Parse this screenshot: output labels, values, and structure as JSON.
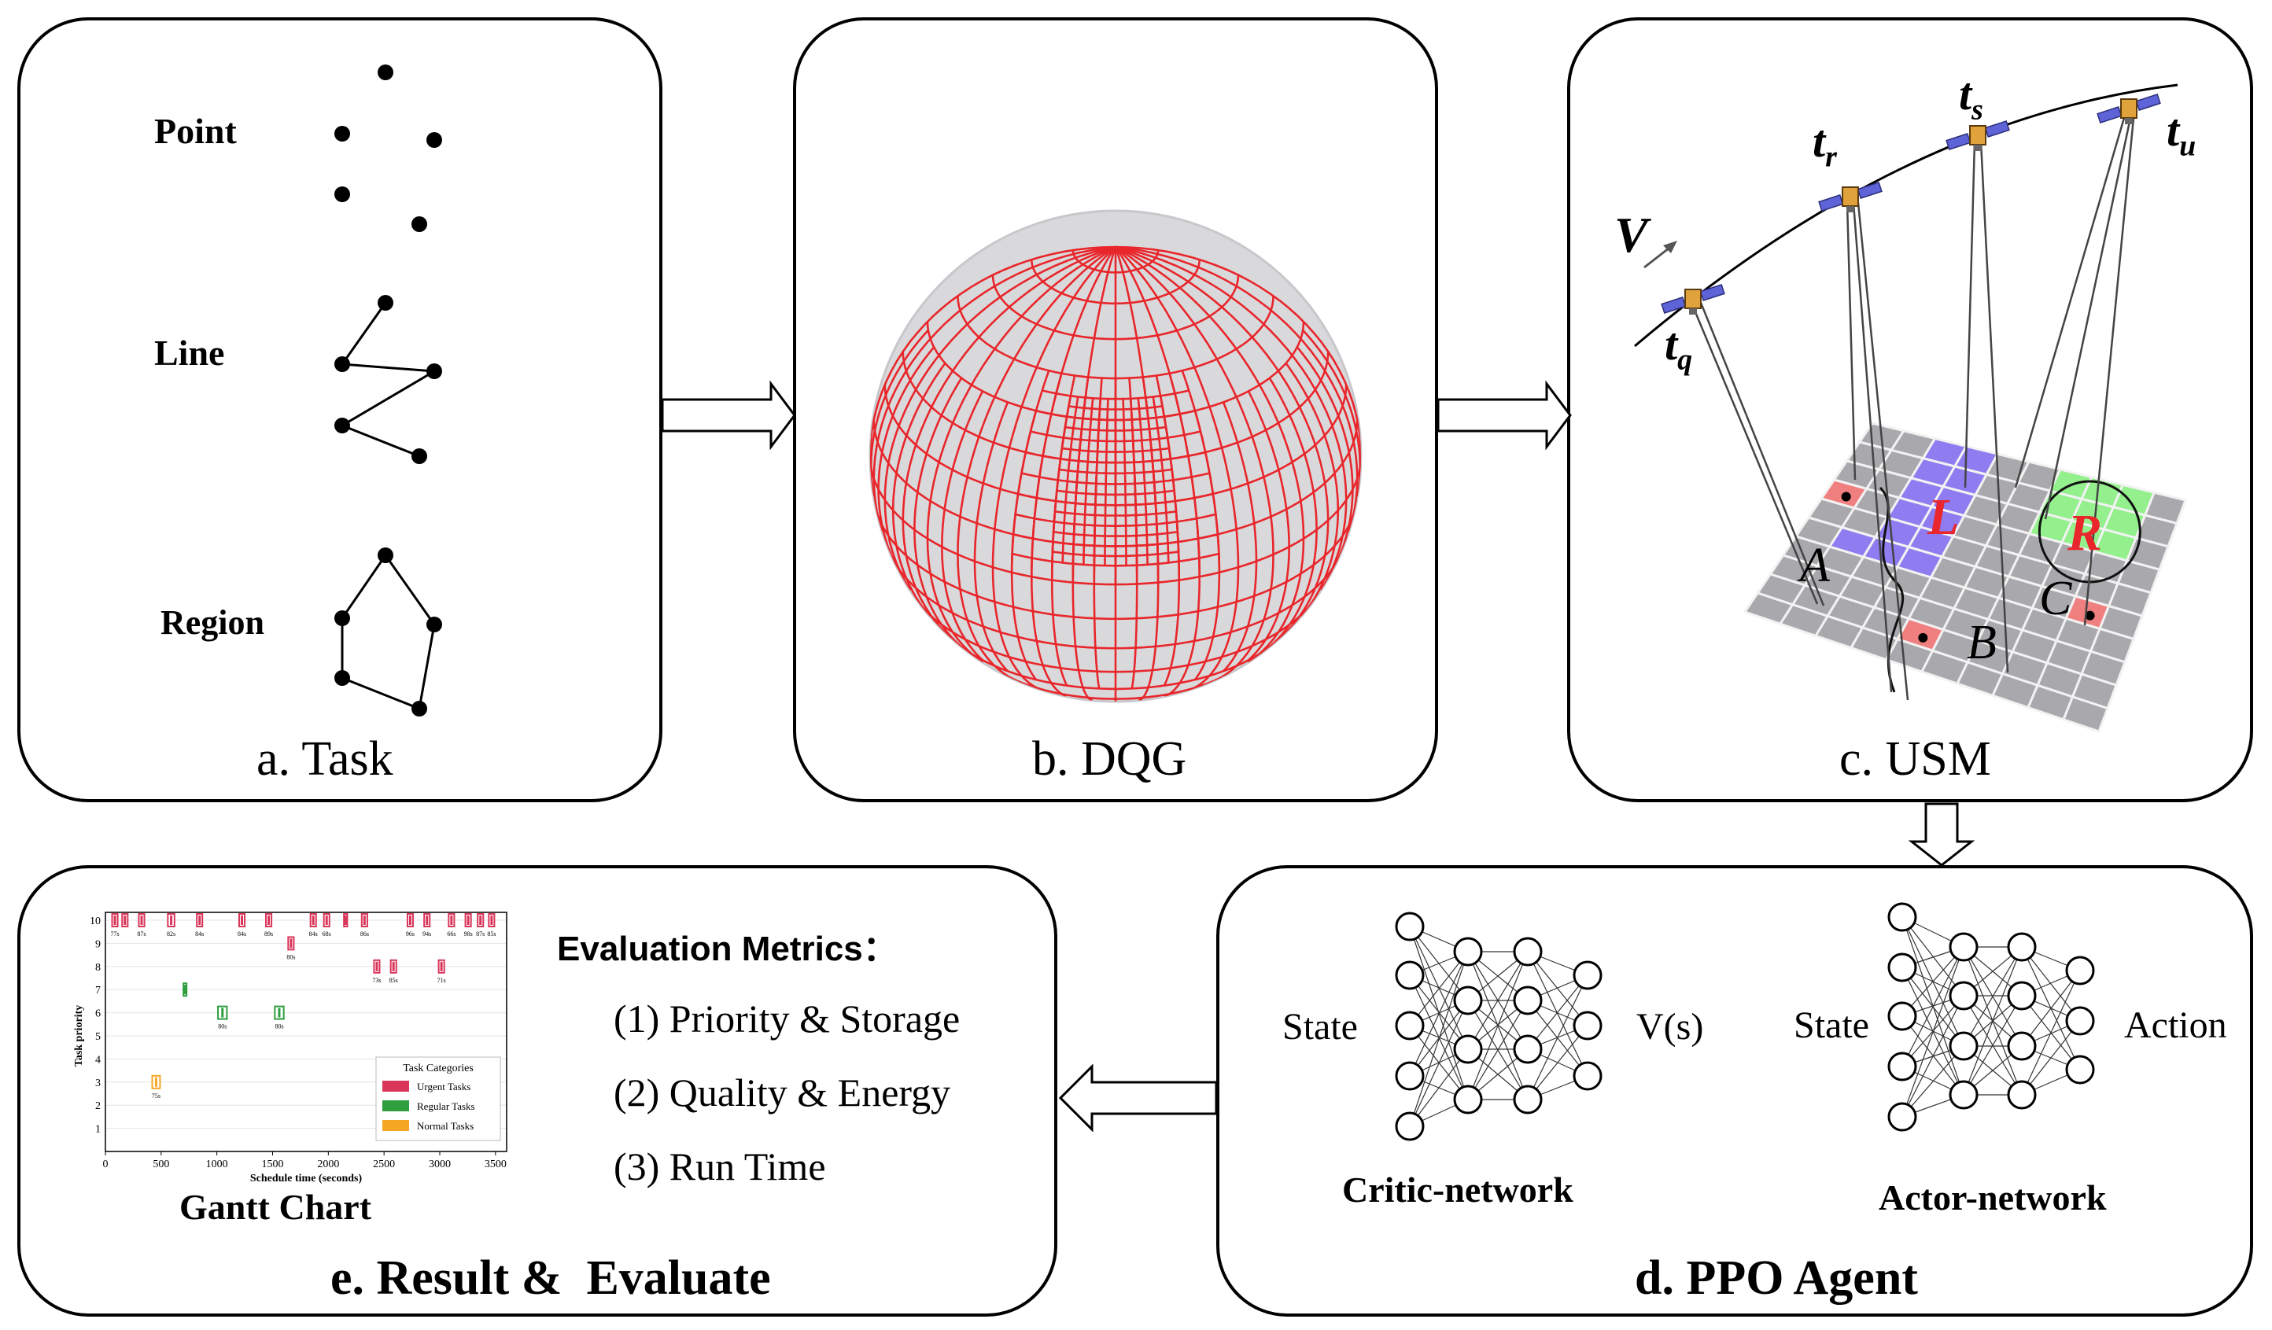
{
  "panels": {
    "task": {
      "caption": "a. Task",
      "labels": [
        "Point",
        "Line",
        "Region"
      ]
    },
    "dqg": {
      "caption": "b. DQG"
    },
    "usm": {
      "caption": "c. USM",
      "satellites": [
        "t_q",
        "t_r",
        "t_s",
        "t_u"
      ],
      "velocity": "V",
      "targets": [
        "A",
        "B",
        "C",
        "L",
        "R"
      ]
    },
    "ppo": {
      "caption": "d. PPO Agent",
      "critic": {
        "input": "State",
        "output": "V(s)",
        "name": "Critic-network"
      },
      "actor": {
        "input": "State",
        "output": "Action",
        "name": "Actor-network"
      }
    },
    "result": {
      "caption": "e. Result &  Evaluate",
      "gantt_title": "Gantt Chart",
      "metrics_title": "Evaluation Metrics：",
      "metrics": [
        "(1) Priority & Storage",
        "(2) Quality & Energy",
        "(3) Run Time"
      ]
    }
  },
  "colors": {
    "grid_red": "#e8262b",
    "sphere_fill": "#d9d9db",
    "region_purple": "#8f7cf0",
    "region_green": "#93f08c",
    "target_red": "#f08080",
    "urgent": "#d9365a",
    "regular": "#2e9e3f",
    "normal": "#f5a623"
  },
  "chart_data": {
    "type": "gantt",
    "xlabel": "Schedule time (seconds)",
    "ylabel": "Task priority",
    "xlim": [
      0,
      3600
    ],
    "ylim": [
      0,
      10
    ],
    "xticks": [
      0,
      500,
      1000,
      1500,
      2000,
      2500,
      3000,
      3500
    ],
    "yticks": [
      1,
      2,
      3,
      4,
      5,
      6,
      7,
      8,
      9,
      10
    ],
    "legend_title": "Task Categories",
    "legend_position": "lower-right",
    "series": [
      {
        "name": "Urgent Tasks",
        "tasks": [
          {
            "start": 60,
            "end": 110,
            "priority": 10,
            "label": "77s"
          },
          {
            "start": 150,
            "end": 200,
            "priority": 10,
            "label": ""
          },
          {
            "start": 300,
            "end": 350,
            "priority": 10,
            "label": "87s"
          },
          {
            "start": 560,
            "end": 620,
            "priority": 10,
            "label": "82s"
          },
          {
            "start": 820,
            "end": 870,
            "priority": 10,
            "label": "84s"
          },
          {
            "start": 1200,
            "end": 1250,
            "priority": 10,
            "label": "84s"
          },
          {
            "start": 1440,
            "end": 1490,
            "priority": 10,
            "label": "89s"
          },
          {
            "start": 1840,
            "end": 1890,
            "priority": 10,
            "label": "84s"
          },
          {
            "start": 1960,
            "end": 2010,
            "priority": 10,
            "label": "68s"
          },
          {
            "start": 2140,
            "end": 2170,
            "priority": 10,
            "label": ""
          },
          {
            "start": 2300,
            "end": 2350,
            "priority": 10,
            "label": "86s"
          },
          {
            "start": 2710,
            "end": 2760,
            "priority": 10,
            "label": "96s"
          },
          {
            "start": 2860,
            "end": 2910,
            "priority": 10,
            "label": "94s"
          },
          {
            "start": 3080,
            "end": 3130,
            "priority": 10,
            "label": "66s"
          },
          {
            "start": 3230,
            "end": 3280,
            "priority": 10,
            "label": "98s"
          },
          {
            "start": 3340,
            "end": 3390,
            "priority": 10,
            "label": "87s"
          },
          {
            "start": 3440,
            "end": 3490,
            "priority": 10,
            "label": "85s"
          },
          {
            "start": 1640,
            "end": 1690,
            "priority": 9,
            "label": "80s"
          },
          {
            "start": 2410,
            "end": 2460,
            "priority": 8,
            "label": "73s"
          },
          {
            "start": 2560,
            "end": 2610,
            "priority": 8,
            "label": "85s"
          },
          {
            "start": 2990,
            "end": 3040,
            "priority": 8,
            "label": "71s"
          }
        ]
      },
      {
        "name": "Regular Tasks",
        "tasks": [
          {
            "start": 700,
            "end": 720,
            "priority": 7,
            "label": ""
          },
          {
            "start": 1010,
            "end": 1090,
            "priority": 6,
            "label": "80s"
          },
          {
            "start": 1520,
            "end": 1600,
            "priority": 6,
            "label": "80s"
          }
        ]
      },
      {
        "name": "Normal Tasks",
        "tasks": [
          {
            "start": 420,
            "end": 490,
            "priority": 3,
            "label": "75s"
          }
        ]
      }
    ]
  }
}
